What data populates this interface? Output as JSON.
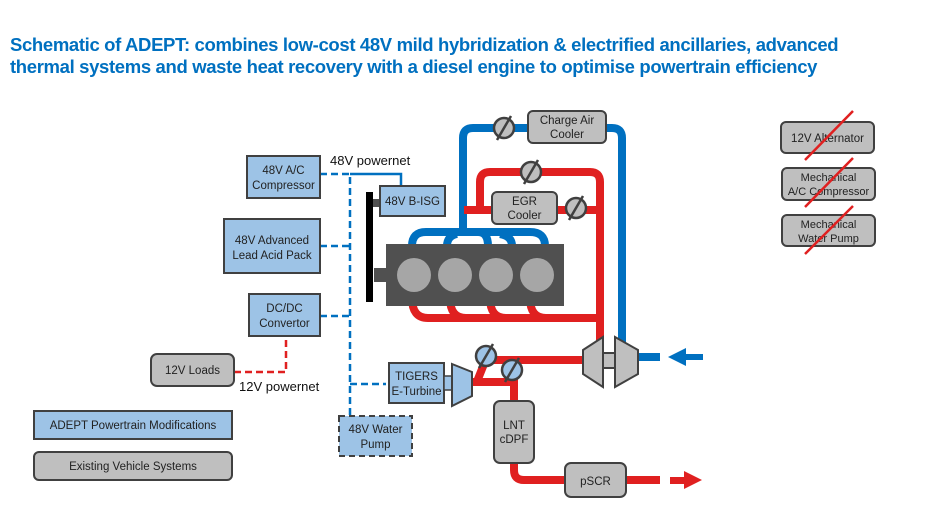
{
  "title": {
    "line1": "Schematic of ADEPT: combines low-cost 48V mild hybridization & electrified ancillaries, advanced",
    "line2": "thermal systems and waste heat recovery with a diesel engine to optimise powertrain efficiency"
  },
  "colors": {
    "title": "#0070c0",
    "coolant_blue": "#0070c0",
    "exhaust_red": "#e02020",
    "adept_box_fill": "#9dc3e6",
    "existing_box_fill": "#bfbfbf",
    "box_border": "#404040",
    "engine_block": "#505050",
    "cylinder": "#a6a6a6"
  },
  "labels": {
    "powernet_48v": "48V powernet",
    "powernet_12v": "12V powernet"
  },
  "adept_components": {
    "ac_compressor": [
      "48V A/C",
      "Compressor"
    ],
    "lead_acid_pack": [
      "48V Advanced",
      "Lead Acid Pack"
    ],
    "dcdc": [
      "DC/DC",
      "Convertor"
    ],
    "bisg": [
      "48V B-ISG"
    ],
    "tigers": [
      "TIGERS",
      "E-Turbine"
    ],
    "water_pump": [
      "48V Water",
      "Pump"
    ]
  },
  "existing_components": {
    "loads_12v": [
      "12V Loads"
    ],
    "charge_air_cooler": [
      "Charge Air",
      "Cooler"
    ],
    "egr_cooler": [
      "EGR",
      "Cooler"
    ],
    "lnt_cdpf": [
      "LNT",
      "cDPF"
    ],
    "pscr": [
      "pSCR"
    ]
  },
  "removed_components": [
    [
      "12V Alternator"
    ],
    [
      "Mechanical",
      "A/C Compressor"
    ],
    [
      "Mechanical",
      "Water Pump"
    ]
  ],
  "legend": {
    "adept": "ADEPT Powertrain Modifications",
    "existing": "Existing Vehicle Systems"
  }
}
